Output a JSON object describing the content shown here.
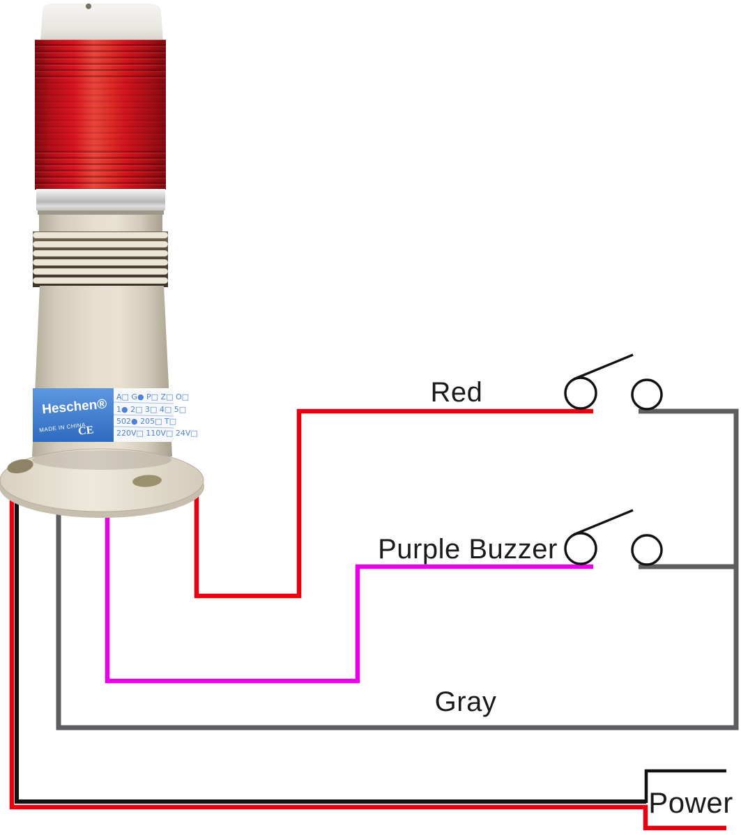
{
  "diagram": {
    "labels": {
      "red": "Red",
      "purple": "Purple Buzzer",
      "gray": "Gray",
      "power": "Power"
    },
    "colors": {
      "red_wire": "#e8000f",
      "purple_wire": "#e800e8",
      "gray_wire": "#5d5e60",
      "black_wire": "#111111",
      "switch_stroke": "#111111"
    },
    "icons": {
      "switch": "normally-open-switch-icon"
    }
  },
  "device": {
    "brand": "Heschen®",
    "made_in": "MADE IN CHINA",
    "certification": "CE",
    "spec_rows": [
      "A□ G● P□ Z□ O□",
      "1● 2□ 3□ 4□ 5□",
      "502● 205□ T□",
      "220V□ 110V□ 24V□"
    ]
  }
}
